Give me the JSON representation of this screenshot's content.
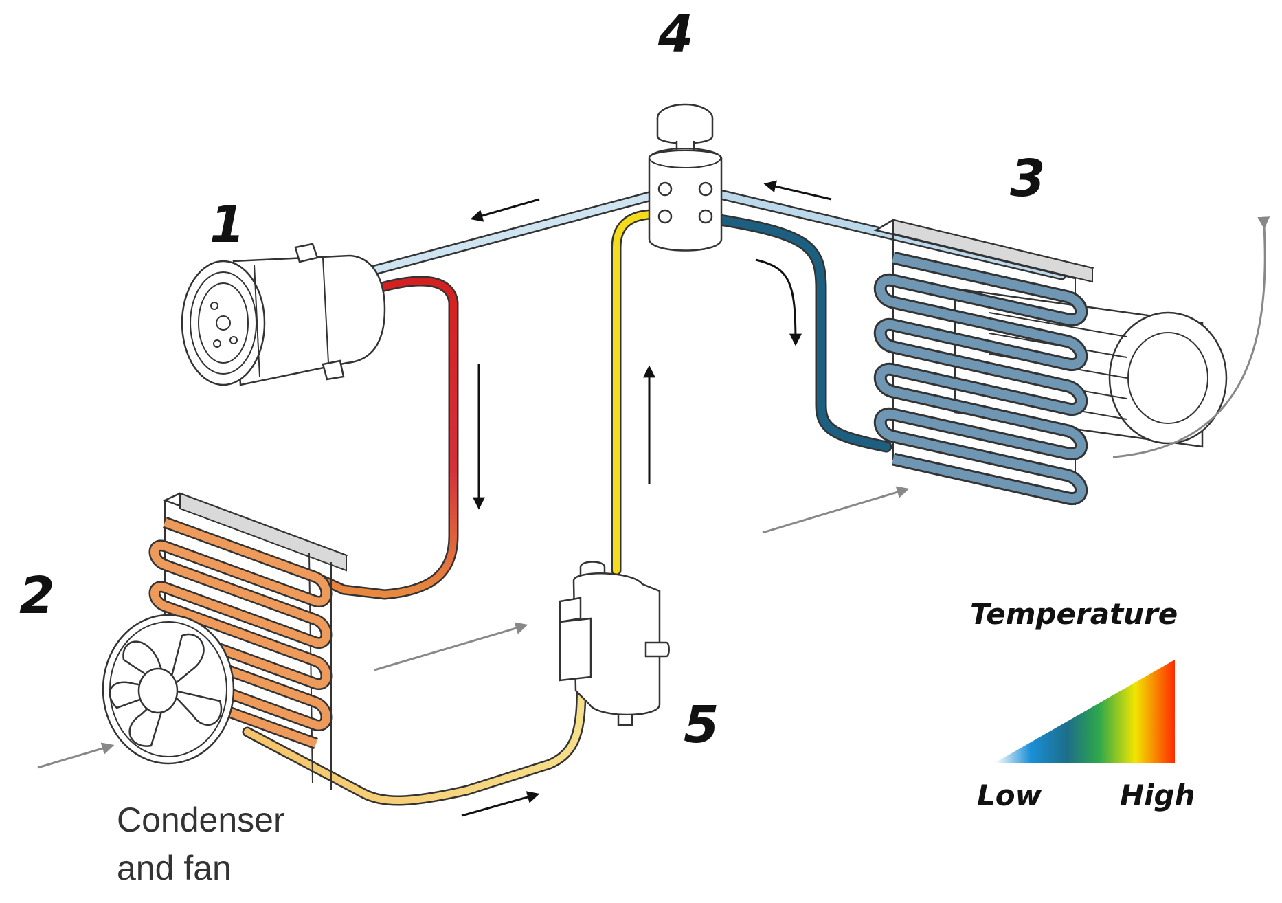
{
  "labels": {
    "compressor_number": "1",
    "condenser_number": "2",
    "evaporator_number": "3",
    "valve_number": "4",
    "receiver_number": "5"
  },
  "condenser_caption": {
    "line1": "Condenser",
    "line2": "and fan"
  },
  "legend": {
    "title": "Temperature",
    "low_label": "Low",
    "high_label": "High",
    "gradient_colors": [
      "#ffffff",
      "#1a8fd6",
      "#1d6e8a",
      "#2ea84a",
      "#f2e500",
      "#ff2a00"
    ]
  },
  "colors": {
    "hot_line": "#d42a2a",
    "warm_line": "#e07a3a",
    "liquid_line": "#f2d400",
    "cold_line": "#1d5f80",
    "suction_line": "#bcd9ec"
  }
}
